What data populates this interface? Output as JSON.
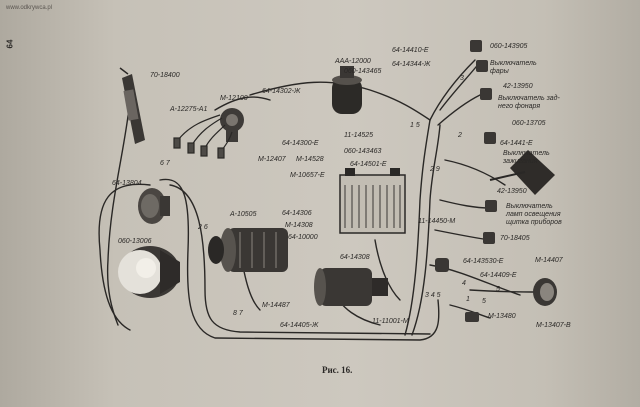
{
  "watermark": "www.odkrywca.pl",
  "page_number": "64",
  "caption": "Рис. 16.",
  "labels": {
    "p70_18400": "70-18400",
    "m_12100": "М-12100",
    "a_12275_a1": "А-12275-А1",
    "p64_14302_zh": "64-14302-Ж",
    "aaa_12000": "ААА-12000",
    "p060_143465": "060-143465",
    "p64_14410_e": "64-14410-Е",
    "p64_14344_zh": "64-14344-Ж",
    "p060_143905": "060-143905",
    "vykl_fary": "Выключатель\nфары",
    "p42_13950_a": "42-13950",
    "vykl_zadnego": "Выключатель зад-\nнего фонаря",
    "p11_14525": "11-14525",
    "p64_14300_e": "64-14300-Е",
    "m_12407": "М-12407",
    "m_14528": "М-14528",
    "p060_143463": "060-143463",
    "p64_14501_e": "64-14501-Е",
    "m_10657_e": "М-10657-Е",
    "p060_13705": "060-13705",
    "p64_1441_e": "64-1441-Е",
    "vykl_zazhiganiya": "Выключатель\nзажигания",
    "p42_13950_b": "42-13950",
    "vykl_lamp": "Выключатель\nламп освещения\nщитка приборов",
    "p11_14450_m": "11-14450-М",
    "p70_18405": "70-18405",
    "p64_13804": "64-13804",
    "n67": "6 7",
    "a_10505": "А-10505",
    "p64_14306": "64-14306",
    "m_14308": "М-14308",
    "p64_10000": "64-10000",
    "n26": "2 6",
    "p060_13006": "060-13006",
    "p64_14308": "64-14308",
    "p64_143530_e": "64-143530-Е",
    "p64_14409_e": "64-14409-Е",
    "m_14407": "М-14407",
    "m_14487": "М-14487",
    "n87": "8 7",
    "n345": "3 4 5",
    "m_13480": "М-13480",
    "m_13407_v": "М-13407-В",
    "p64_14405_zh": "64-14405-Ж",
    "p11_11001_m": "11-11001-М",
    "n3": "3",
    "n2": "2",
    "n4": "4",
    "n5": "5",
    "n1": "1",
    "n29": "2 9",
    "n15": "1 5",
    "n5b": "5"
  },
  "colors": {
    "paper": "#c9c4bb",
    "ink": "#2a2826"
  },
  "icons": [
    "inspection-lamp",
    "horn",
    "headlight",
    "ignition-coil",
    "distributor",
    "battery",
    "generator",
    "starter-motor",
    "steering-wheel",
    "switch",
    "tail-lamp",
    "spark-plugs"
  ]
}
